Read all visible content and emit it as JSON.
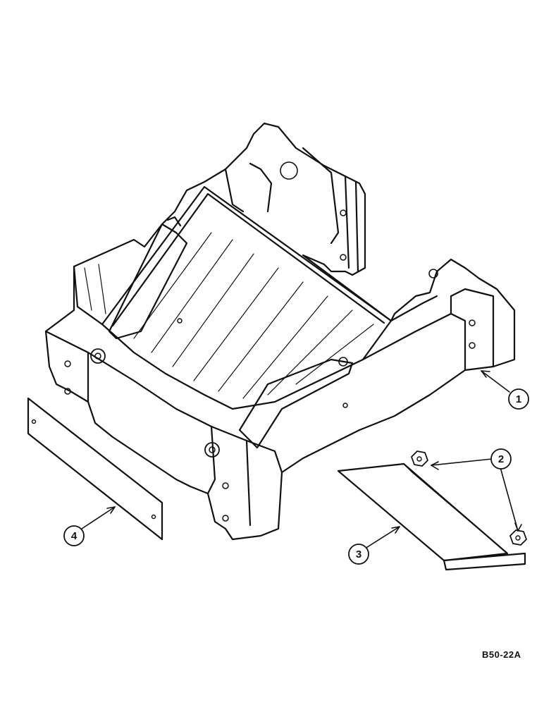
{
  "callouts": [
    {
      "id": "1",
      "label": "1"
    },
    {
      "id": "2",
      "label": "2"
    },
    {
      "id": "3",
      "label": "3"
    },
    {
      "id": "4",
      "label": "4"
    }
  ],
  "figure_code": "B50-22A",
  "colors": {
    "line": "#111111",
    "background": "#ffffff"
  }
}
